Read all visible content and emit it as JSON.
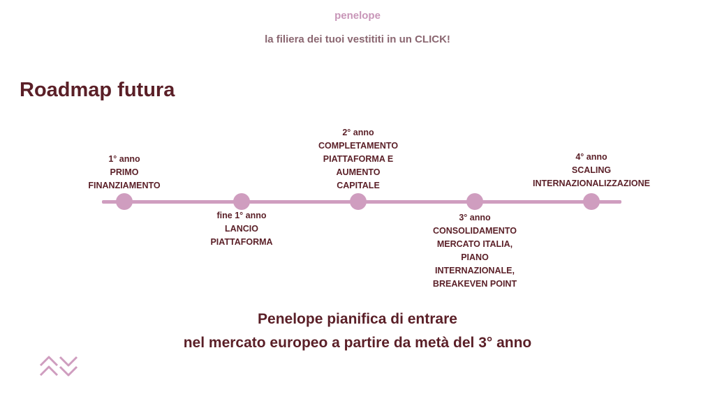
{
  "header": {
    "brand": "penelope",
    "tagline": "la filiera dei tuoi vestititi in un CLICK!"
  },
  "page": {
    "title": "Roadmap futura"
  },
  "timeline": {
    "milestones": [
      {
        "lines": [
          "1° anno",
          "PRIMO",
          "FINANZIAMENTO"
        ]
      },
      {
        "lines": [
          "fine 1° anno",
          "LANCIO",
          "PIATTAFORMA"
        ]
      },
      {
        "lines": [
          "2° anno",
          "COMPLETAMENTO",
          "PIATTAFORMA E",
          "AUMENTO",
          "CAPITALE"
        ]
      },
      {
        "lines": [
          "3° anno",
          "CONSOLIDAMENTO",
          "MERCATO ITALIA,",
          "PIANO",
          "INTERNAZIONALE,",
          "BREAKEVEN POINT"
        ]
      },
      {
        "lines": [
          "4° anno",
          "SCALING",
          "INTERNAZIONALIZZAZIONE"
        ]
      }
    ]
  },
  "summary": {
    "line1": "Penelope pianifica di entrare",
    "line2": "nel mercato europeo a partire da metà del 3° anno"
  },
  "colors": {
    "accent": "#cf9dbf",
    "brand": "#c896b8",
    "text_dark": "#5a1f27",
    "tagline": "#8a6670"
  },
  "icons": {
    "logo": "chevron-zigzag-icon"
  }
}
